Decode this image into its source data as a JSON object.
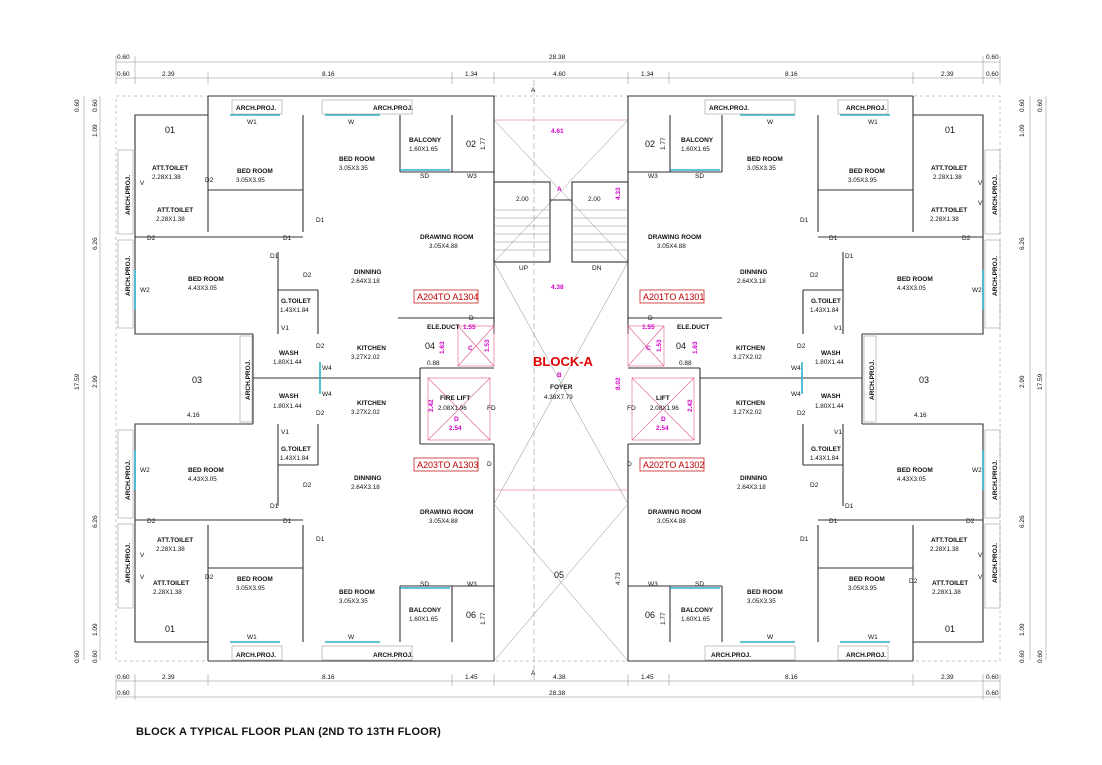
{
  "drawing": {
    "title": "BLOCK A TYPICAL FLOOR PLAN (2ND TO 13TH FLOOR)",
    "block_label": "BLOCK-A",
    "section_marker": "A",
    "top_dims_outer": [
      "0.60",
      "28.38",
      "0.60"
    ],
    "top_dims_inner": [
      "0.60",
      "2.39",
      "8.16",
      "1.34",
      "4.60",
      "1.34",
      "8.16",
      "2.39",
      "0.60"
    ],
    "bottom_dims_inner": [
      "0.60",
      "2.39",
      "8.16",
      "1.45",
      "4.38",
      "1.45",
      "8.16",
      "2.39",
      "0.60"
    ],
    "bottom_dims_outer": [
      "0.60",
      "28.38",
      "0.60"
    ],
    "side_dims_inner": [
      "0.60",
      "1.09",
      "6.26",
      "2.99",
      "6.26",
      "1.09",
      "0.60"
    ],
    "side_dims_outer": [
      "0.60",
      "17.59",
      "0.60"
    ],
    "unit_labels": [
      "A204TO A1304",
      "A201TO A1301",
      "A203TO A1303",
      "A202TO A1302"
    ],
    "shaft_numbers": [
      "01",
      "02",
      "03",
      "04",
      "05",
      "06"
    ],
    "rooms": {
      "bed_room": "BED ROOM",
      "att_toilet": "ATT.TOILET",
      "drawing_room": "DRAWING ROOM",
      "dinning": "DINNING",
      "kitchen": "KITCHEN",
      "g_toilet": "G.TOILET",
      "wash": "WASH",
      "balcony": "BALCONY",
      "arch_proj": "ARCH.PROJ.",
      "ele_duct": "ELE.DUCT",
      "fire_lift": "FIRE LIFT",
      "lift": "LIFT",
      "foyer": "FOYER"
    },
    "sizes": {
      "bed_main": "3.05X3.95",
      "bed_2": "3.05X3.35",
      "bed_side": "4.43X3.05",
      "att_toilet": "2.28X1.38",
      "drawing": "3.05X4.88",
      "dinning": "2.64X3.18",
      "kitchen": "3.27X2.02",
      "g_toilet": "1.43X1.84",
      "wash": "1.80X1.44",
      "balcony": "1.60X1.65",
      "lift": "2.08X1.96",
      "foyer": "4.38X7.79"
    },
    "tags": {
      "w": "W",
      "w1": "W1",
      "w2": "W2",
      "w3": "W3",
      "w4": "W4",
      "d": "D",
      "d1": "D1",
      "d2": "D2",
      "v": "V",
      "v1": "V1",
      "sd": "SD",
      "fd": "FD",
      "up": "UP",
      "dn": "DN",
      "a": "A",
      "b": "B",
      "c": "C"
    },
    "core_dims": [
      "4.61",
      "2.00",
      "2.00",
      "4.33",
      "4.38",
      "1.55",
      "1.63",
      "1.53",
      "0.88",
      "2.42",
      "2.54",
      "8.02",
      "4.16",
      "1.77",
      "4.73"
    ]
  }
}
